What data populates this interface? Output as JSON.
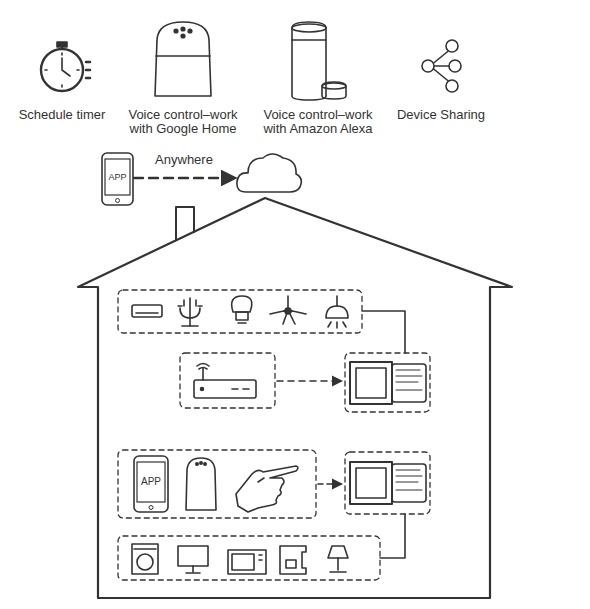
{
  "diagram": {
    "nodes": [
      {
        "text": [
          "APP"
        ]
      },
      {
        "text": [
          "APP"
        ]
      }
    ],
    "labels": [
      "Schedule timer",
      "Voice control–work with Google Home",
      "Voice control–work with Amazon Alexa",
      "Device Sharing",
      "Anywhere"
    ]
  }
}
